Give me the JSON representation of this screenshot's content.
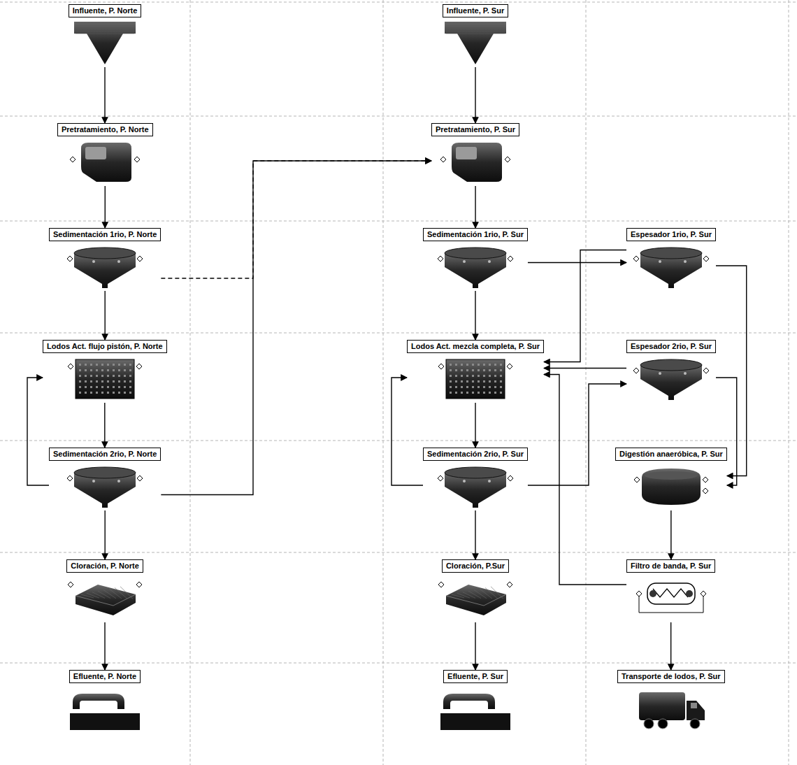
{
  "diagram": {
    "nodes": [
      {
        "text": [
          "Influente, P. Norte"
        ]
      },
      {
        "text": [
          "Pretratamiento, P. Norte"
        ]
      },
      {
        "text": [
          "Sedimentación 1rio, P. Norte"
        ]
      },
      {
        "text": [
          "Lodos Act. flujo pistón, P. Norte"
        ]
      },
      {
        "text": [
          "Sedimentación 2rio, P. Norte"
        ]
      },
      {
        "text": [
          "Cloración, P. Norte"
        ]
      },
      {
        "text": [
          "Efluente, P. Norte"
        ]
      },
      {
        "text": [
          "Influente, P. Sur"
        ]
      },
      {
        "text": [
          "Pretratamiento, P. Sur"
        ]
      },
      {
        "text": [
          "Sedimentación 1rio, P. Sur"
        ]
      },
      {
        "text": [
          "Lodos Act. mezcla completa, P. Sur"
        ]
      },
      {
        "text": [
          "Sedimentación 2rio, P. Sur"
        ]
      },
      {
        "text": [
          "Cloración, P.Sur"
        ]
      },
      {
        "text": [
          "Efluente, P. Sur"
        ]
      },
      {
        "text": [
          "Espesador 1rio, P. Sur"
        ]
      },
      {
        "text": [
          "Espesador 2rio, P. Sur"
        ]
      },
      {
        "text": [
          "Digestión anaeróbica, P. Sur"
        ]
      },
      {
        "text": [
          "Filtro de banda, P. Sur"
        ]
      },
      {
        "text": [
          "Transporte de lodos, P. Sur"
        ]
      }
    ],
    "edges": [
      {
        "from": 0,
        "to": 1,
        "arrow": "to"
      },
      {
        "from": 1,
        "to": 2,
        "arrow": "to"
      },
      {
        "from": 2,
        "to": 3,
        "arrow": "to"
      },
      {
        "from": 3,
        "to": 4,
        "arrow": "to"
      },
      {
        "from": 4,
        "to": 5,
        "arrow": "to"
      },
      {
        "from": 5,
        "to": 6,
        "arrow": "to"
      },
      {
        "from": 4,
        "to": 3,
        "arrow": "to"
      },
      {
        "from": 4,
        "to": 8,
        "arrow": "to"
      },
      {
        "from": 2,
        "to": 8,
        "arrow": "to"
      },
      {
        "from": 7,
        "to": 8,
        "arrow": "to"
      },
      {
        "from": 8,
        "to": 9,
        "arrow": "to"
      },
      {
        "from": 9,
        "to": 10,
        "arrow": "to"
      },
      {
        "from": 10,
        "to": 11,
        "arrow": "to"
      },
      {
        "from": 11,
        "to": 12,
        "arrow": "to"
      },
      {
        "from": 12,
        "to": 13,
        "arrow": "to"
      },
      {
        "from": 11,
        "to": 10,
        "arrow": "to"
      },
      {
        "from": 9,
        "to": 14,
        "arrow": "to"
      },
      {
        "from": 11,
        "to": 15,
        "arrow": "to"
      },
      {
        "from": 14,
        "to": 16,
        "arrow": "to"
      },
      {
        "from": 15,
        "to": 16,
        "arrow": "to"
      },
      {
        "from": 16,
        "to": 17,
        "arrow": "to"
      },
      {
        "from": 17,
        "to": 18,
        "arrow": "to"
      },
      {
        "from": 14,
        "to": 10,
        "arrow": "to"
      },
      {
        "from": 15,
        "to": 10,
        "arrow": "to"
      },
      {
        "from": 17,
        "to": 10,
        "arrow": "to"
      }
    ]
  }
}
